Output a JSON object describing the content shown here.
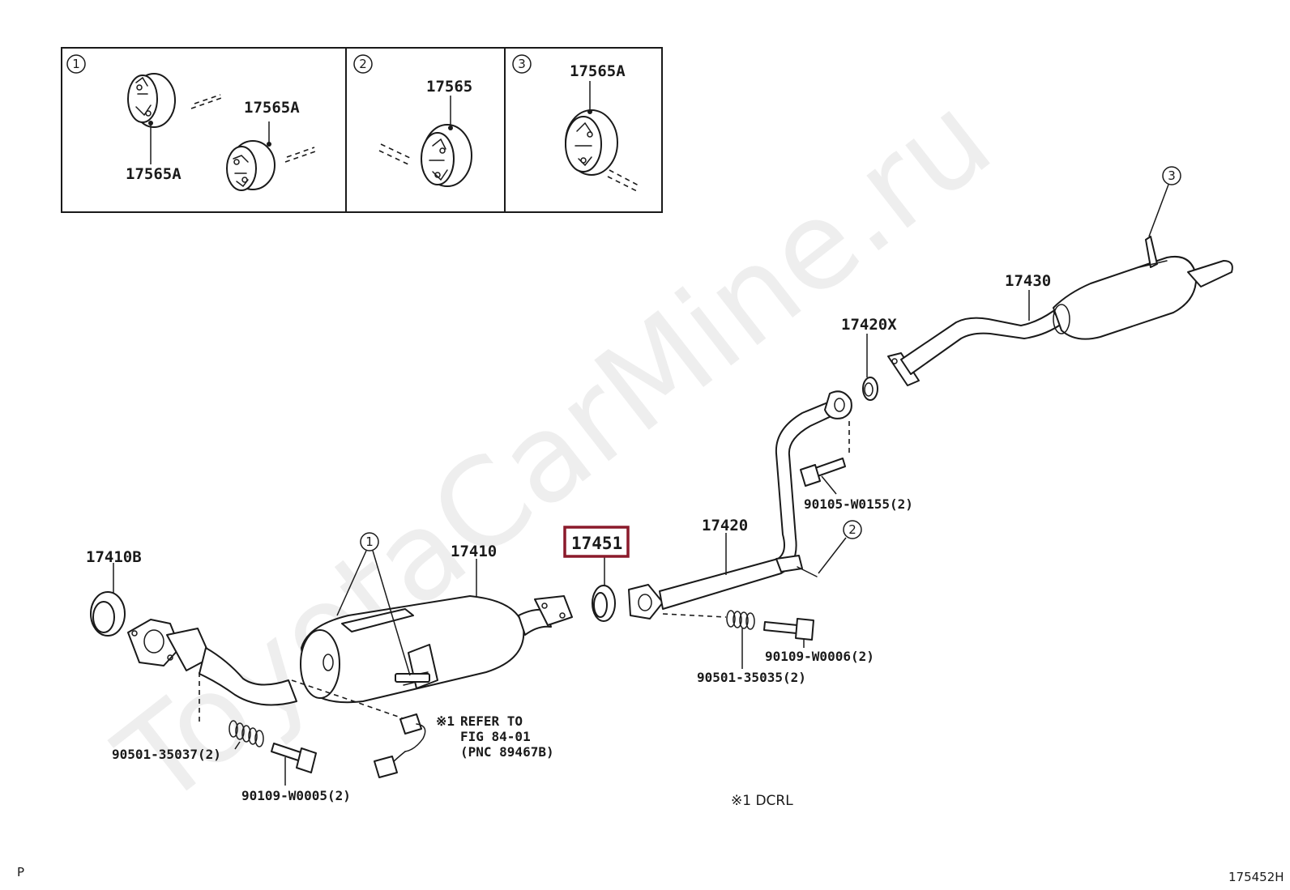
{
  "watermark": "ToyotaCarMine.ru",
  "inset": {
    "panels": [
      {
        "marker": "1",
        "labels": [
          "17565A",
          "17565A"
        ]
      },
      {
        "marker": "2",
        "labels": [
          "17565"
        ]
      },
      {
        "marker": "3",
        "labels": [
          "17565A"
        ]
      }
    ]
  },
  "parts": {
    "p17410B": "17410B",
    "p17410": "17410",
    "p17451": "17451",
    "p17420": "17420",
    "p17420X": "17420X",
    "p17430": "17430",
    "b90105": "90105-W0155(2)",
    "b90109_6": "90109-W0006(2)",
    "b90501_35": "90501-35035(2)",
    "b90501_37": "90501-35037(2)",
    "b90109_5": "90109-W0005(2)"
  },
  "markers": {
    "m1": "1",
    "m2": "2",
    "m3": "3"
  },
  "highlight_color": "#8b1a2b",
  "note": {
    "mark": "※1",
    "line1": "REFER TO",
    "line2": "FIG 84-01",
    "line3": "(PNC 89467B)"
  },
  "footnote": "※1  DCRL",
  "corner_left": "P",
  "corner_right": "175452H"
}
